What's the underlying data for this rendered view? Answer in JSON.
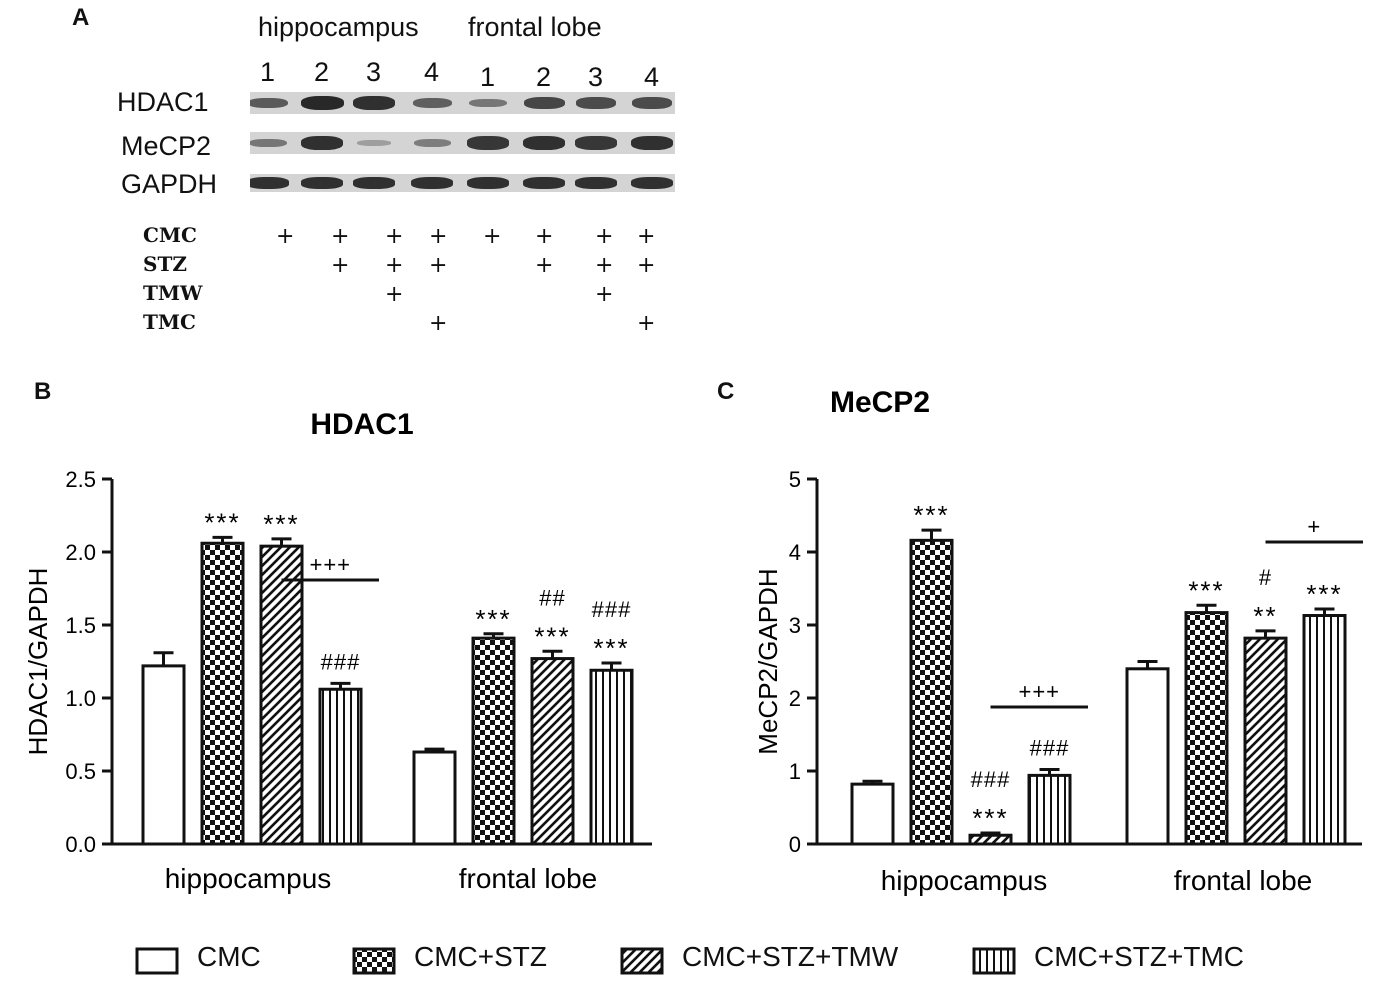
{
  "panels": {
    "a": "A",
    "b": "B",
    "c": "C"
  },
  "western_blot": {
    "regions": [
      "hippocampus",
      "frontal lobe"
    ],
    "lanes": [
      "1",
      "2",
      "3",
      "4",
      "1",
      "2",
      "3",
      "4"
    ],
    "proteins": [
      "HDAC1",
      "MeCP2",
      "GAPDH"
    ],
    "treatments": [
      {
        "name": "CMC",
        "lanes": [
          1,
          1,
          1,
          1,
          1,
          1,
          1,
          1
        ]
      },
      {
        "name": "STZ",
        "lanes": [
          0,
          1,
          1,
          1,
          0,
          1,
          1,
          1
        ]
      },
      {
        "name": "TMW",
        "lanes": [
          0,
          0,
          1,
          0,
          0,
          0,
          1,
          0
        ]
      },
      {
        "name": "TMC",
        "lanes": [
          0,
          0,
          0,
          1,
          0,
          0,
          0,
          1
        ]
      }
    ],
    "plus_sign": "+",
    "band_intensity": {
      "HDAC1": [
        0.55,
        0.9,
        0.85,
        0.5,
        0.35,
        0.7,
        0.65,
        0.65
      ],
      "MeCP2": [
        0.35,
        0.85,
        0.05,
        0.3,
        0.8,
        0.85,
        0.8,
        0.85
      ],
      "GAPDH": [
        0.85,
        0.85,
        0.85,
        0.85,
        0.85,
        0.85,
        0.85,
        0.85
      ]
    }
  },
  "chart_data": [
    {
      "type": "bar",
      "title": "HDAC1",
      "ylabel": "HDAC1/GAPDH",
      "xlabel": "",
      "ylim": [
        0,
        2.5
      ],
      "yticks": [
        "0.0",
        "0.5",
        "1.0",
        "1.5",
        "2.0",
        "2.5"
      ],
      "categories": [
        "hippocampus",
        "frontal lobe"
      ],
      "series": [
        {
          "name": "CMC",
          "values": [
            1.22,
            0.63
          ],
          "errors": [
            0.09,
            0.02
          ],
          "annotations": [
            "",
            ""
          ]
        },
        {
          "name": "CMC+STZ",
          "values": [
            2.06,
            1.41
          ],
          "errors": [
            0.04,
            0.03
          ],
          "annotations": [
            "***",
            "***"
          ]
        },
        {
          "name": "CMC+STZ+TMW",
          "values": [
            2.04,
            1.27
          ],
          "errors": [
            0.05,
            0.05
          ],
          "annotations": [
            "***",
            "##\n***"
          ]
        },
        {
          "name": "CMC+STZ+TMC",
          "values": [
            1.06,
            1.19
          ],
          "errors": [
            0.04,
            0.05
          ],
          "annotations": [
            "###",
            "###\n***"
          ]
        }
      ],
      "brackets": [
        {
          "category": "hippocampus",
          "from_series": 2,
          "to_series": 3,
          "label": "+++"
        }
      ]
    },
    {
      "type": "bar",
      "title": "MeCP2",
      "ylabel": "MeCP2/GAPDH",
      "xlabel": "",
      "ylim": [
        0,
        5
      ],
      "yticks": [
        "0",
        "1",
        "2",
        "3",
        "4",
        "5"
      ],
      "categories": [
        "hippocampus",
        "frontal lobe"
      ],
      "series": [
        {
          "name": "CMC",
          "values": [
            0.82,
            2.4
          ],
          "errors": [
            0.04,
            0.1
          ],
          "annotations": [
            "",
            ""
          ]
        },
        {
          "name": "CMC+STZ",
          "values": [
            4.16,
            3.17
          ],
          "errors": [
            0.14,
            0.1
          ],
          "annotations": [
            "***",
            "***"
          ]
        },
        {
          "name": "CMC+STZ+TMW",
          "values": [
            0.12,
            2.82
          ],
          "errors": [
            0.03,
            0.1
          ],
          "annotations": [
            "###\n***",
            "#\n**"
          ]
        },
        {
          "name": "CMC+STZ+TMC",
          "values": [
            0.94,
            3.13
          ],
          "errors": [
            0.08,
            0.09
          ],
          "annotations": [
            "###",
            "***"
          ]
        }
      ],
      "brackets": [
        {
          "category": "hippocampus",
          "from_series": 2,
          "to_series": 3,
          "label": "+++"
        },
        {
          "category": "frontal lobe",
          "from_series": 2,
          "to_series": 3,
          "label": "+"
        }
      ]
    }
  ],
  "legend": {
    "placement": "bottom",
    "items": [
      {
        "label": "CMC",
        "pattern": "open"
      },
      {
        "label": "CMC+STZ",
        "pattern": "checker"
      },
      {
        "label": "CMC+STZ+TMW",
        "pattern": "diagonal"
      },
      {
        "label": "CMC+STZ+TMC",
        "pattern": "vertical"
      }
    ]
  }
}
